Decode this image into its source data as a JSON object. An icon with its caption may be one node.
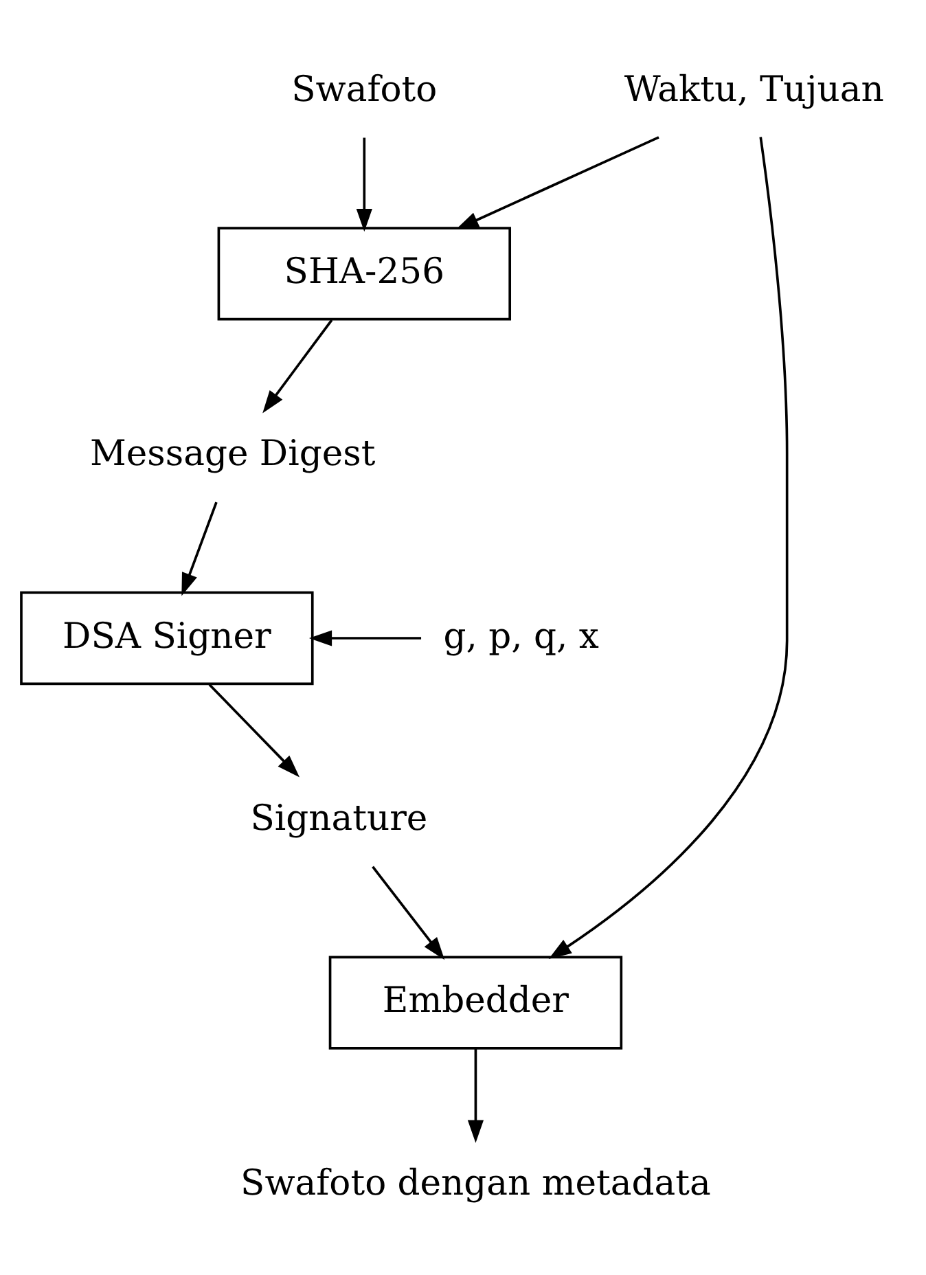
{
  "diagram": {
    "nodes": [
      {
        "text": [
          "Swafoto"
        ]
      },
      {
        "text": [
          "Waktu, Tujuan"
        ]
      },
      {
        "text": [
          "SHA-256"
        ]
      },
      {
        "text": [
          "Message Digest"
        ]
      },
      {
        "text": [
          "g, p, q, x"
        ]
      },
      {
        "text": [
          "DSA Signer"
        ]
      },
      {
        "text": [
          "Signature"
        ]
      },
      {
        "text": [
          "Embedder"
        ]
      },
      {
        "text": [
          "Swafoto dengan metadata"
        ]
      }
    ],
    "edges": [
      {
        "from": 0,
        "to": 2,
        "arrow": "to"
      },
      {
        "from": 1,
        "to": 2,
        "arrow": "to"
      },
      {
        "from": 1,
        "to": 7,
        "arrow": "to"
      },
      {
        "from": 2,
        "to": 3,
        "arrow": "to"
      },
      {
        "from": 3,
        "to": 5,
        "arrow": "to"
      },
      {
        "from": 4,
        "to": 5,
        "arrow": "to"
      },
      {
        "from": 5,
        "to": 6,
        "arrow": "to"
      },
      {
        "from": 6,
        "to": 7,
        "arrow": "to"
      },
      {
        "from": 7,
        "to": 8,
        "arrow": "to"
      }
    ]
  }
}
